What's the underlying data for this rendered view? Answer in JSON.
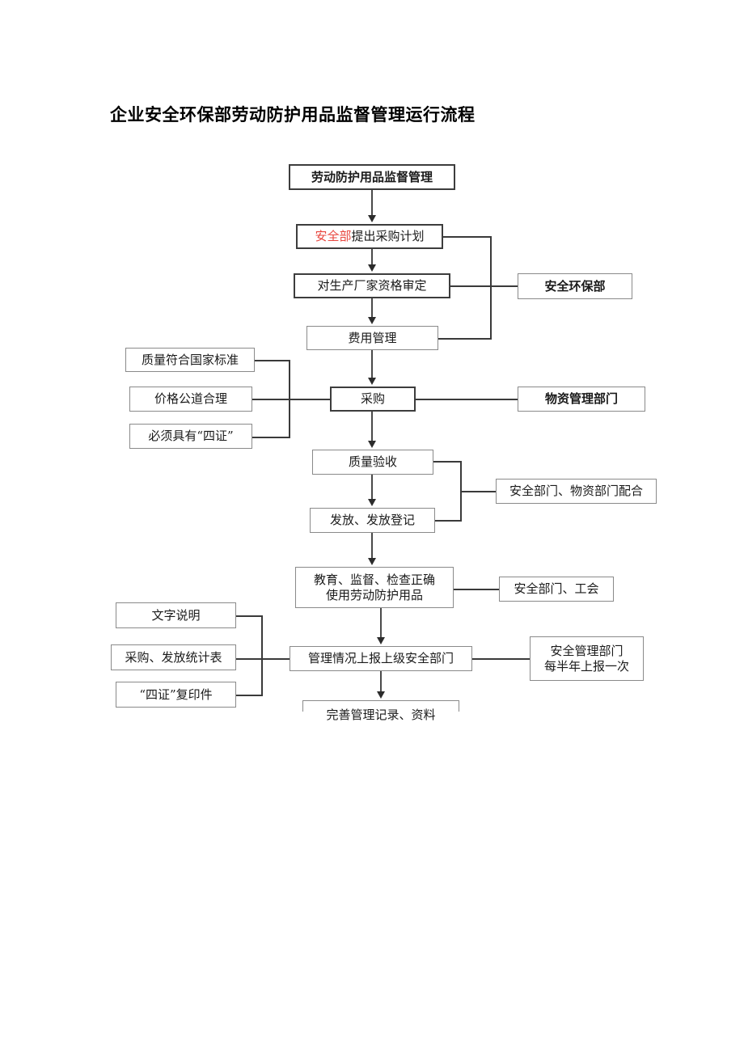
{
  "document": {
    "title": "企业安全环保部劳动防护用品监督管理运行流程"
  },
  "chart_data": {
    "type": "diagram",
    "title": "企业安全环保部劳动防护用品监督管理运行流程",
    "diagram_kind": "flowchart",
    "orientation": "top-to-bottom",
    "nodes": [
      {
        "id": "n1",
        "label": "劳动防护用品监督管理",
        "column": "main",
        "emphasis": "bold-border"
      },
      {
        "id": "n2",
        "label": "安全部提出采购计划",
        "column": "main",
        "emphasis": "bold-border",
        "red_prefix": "安全部",
        "rest": "提出采购计划"
      },
      {
        "id": "n3",
        "label": "对生产厂家资格审定",
        "column": "main",
        "emphasis": "bold-border"
      },
      {
        "id": "n4",
        "label": "费用管理",
        "column": "main",
        "emphasis": "normal"
      },
      {
        "id": "n5",
        "label": "采购",
        "column": "main",
        "emphasis": "bold-border"
      },
      {
        "id": "n6",
        "label": "质量验收",
        "column": "main",
        "emphasis": "normal"
      },
      {
        "id": "n7",
        "label": "发放、发放登记",
        "column": "main",
        "emphasis": "normal"
      },
      {
        "id": "n8",
        "label": "教育、监督、检查正确使用劳动防护用品",
        "column": "main",
        "emphasis": "normal",
        "lines": [
          "教育、监督、检查正确",
          "使用劳动防护用品"
        ]
      },
      {
        "id": "n9",
        "label": "管理情况上报上级安全部门",
        "column": "main",
        "emphasis": "normal"
      },
      {
        "id": "n10",
        "label": "完善管理记录、资料",
        "column": "main",
        "emphasis": "open-bottom"
      },
      {
        "id": "r1",
        "label": "安全环保部",
        "column": "right",
        "emphasis": "bold-text"
      },
      {
        "id": "r2",
        "label": "物资管理部门",
        "column": "right",
        "emphasis": "bold-text"
      },
      {
        "id": "r3",
        "label": "安全部门、物资部门配合",
        "column": "right",
        "emphasis": "normal"
      },
      {
        "id": "r4",
        "label": "安全部门、工会",
        "column": "right",
        "emphasis": "normal"
      },
      {
        "id": "r5",
        "label": "安全管理部门每半年上报一次",
        "column": "right",
        "emphasis": "normal",
        "lines": [
          "安全管理部门",
          "每半年上报一次"
        ]
      },
      {
        "id": "l1",
        "label": "质量符合国家标准",
        "column": "left",
        "emphasis": "normal"
      },
      {
        "id": "l2",
        "label": "价格公道合理",
        "column": "left",
        "emphasis": "normal"
      },
      {
        "id": "l3",
        "label": "必须具有“四证”",
        "column": "left",
        "emphasis": "normal"
      },
      {
        "id": "l4",
        "label": "文字说明",
        "column": "left",
        "emphasis": "normal"
      },
      {
        "id": "l5",
        "label": "采购、发放统计表",
        "column": "left",
        "emphasis": "normal"
      },
      {
        "id": "l6",
        "label": "“四证”复印件",
        "column": "left",
        "emphasis": "normal"
      }
    ],
    "edges": [
      {
        "from": "n1",
        "to": "n2",
        "kind": "arrow"
      },
      {
        "from": "n2",
        "to": "n3",
        "kind": "arrow"
      },
      {
        "from": "n3",
        "to": "n4",
        "kind": "arrow"
      },
      {
        "from": "n4",
        "to": "n5",
        "kind": "arrow"
      },
      {
        "from": "n5",
        "to": "n6",
        "kind": "arrow"
      },
      {
        "from": "n6",
        "to": "n7",
        "kind": "arrow"
      },
      {
        "from": "n7",
        "to": "n8",
        "kind": "arrow"
      },
      {
        "from": "n8",
        "to": "n9",
        "kind": "arrow"
      },
      {
        "from": "n9",
        "to": "n10",
        "kind": "arrow"
      },
      {
        "from": "n2",
        "to": "r1",
        "kind": "bus"
      },
      {
        "from": "n3",
        "to": "r1",
        "kind": "bus"
      },
      {
        "from": "n4",
        "to": "r1",
        "kind": "bus"
      },
      {
        "from": "n5",
        "to": "r2",
        "kind": "line"
      },
      {
        "from": "n6",
        "to": "r3",
        "kind": "bus"
      },
      {
        "from": "n7",
        "to": "r3",
        "kind": "bus"
      },
      {
        "from": "n8",
        "to": "r4",
        "kind": "line"
      },
      {
        "from": "n9",
        "to": "r5",
        "kind": "line"
      },
      {
        "from": "l1",
        "to": "n5",
        "kind": "bus"
      },
      {
        "from": "l2",
        "to": "n5",
        "kind": "bus"
      },
      {
        "from": "l3",
        "to": "n5",
        "kind": "bus"
      },
      {
        "from": "l4",
        "to": "n9",
        "kind": "bus"
      },
      {
        "from": "l5",
        "to": "n9",
        "kind": "bus"
      },
      {
        "from": "l6",
        "to": "n9",
        "kind": "bus"
      }
    ],
    "colors": {
      "accent_red": "#e8473f",
      "box_border": "#8a8a8a",
      "box_border_strong": "#3d3d3d",
      "connector": "#4a4a4a",
      "text": "#1a1a1a",
      "background": "#ffffff"
    }
  }
}
